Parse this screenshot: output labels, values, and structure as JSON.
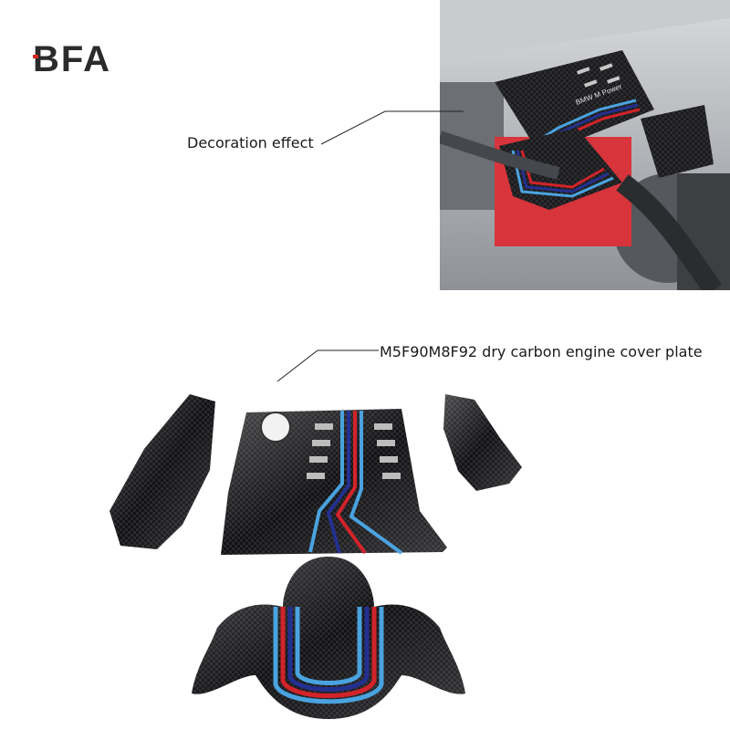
{
  "brand": {
    "logo_text": "BFA",
    "accent_color": "#d7261e",
    "logo_color": "#2b2b2b"
  },
  "captions": {
    "installed": "Decoration effect",
    "product": "M5F90M8F92 dry carbon engine cover plate"
  },
  "photo": {
    "subject": "engine-bay-installed-carbon-cover",
    "cover_text": "BMW M Power"
  },
  "stripe_colors": {
    "light_blue": "#4aa3df",
    "dark_blue": "#24308f",
    "red": "#d2232a"
  }
}
